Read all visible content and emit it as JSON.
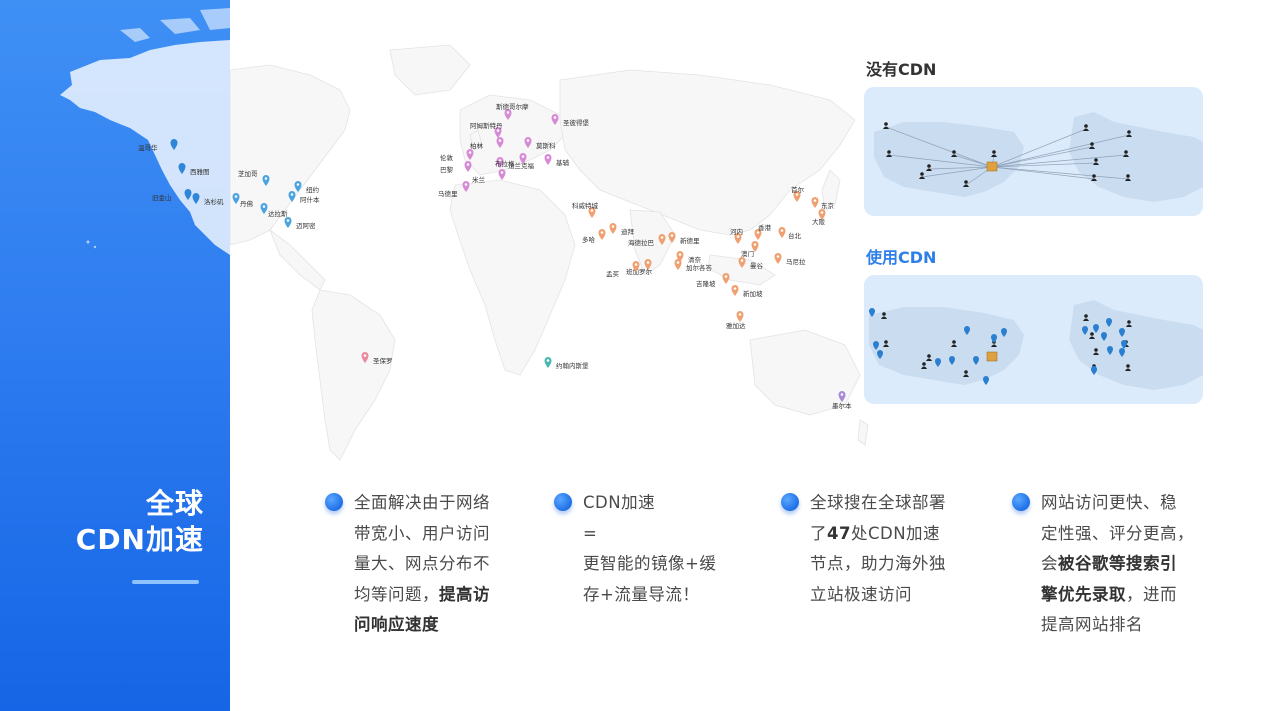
{
  "side": {
    "title_line1": "全球",
    "title_line2": "CDN加速"
  },
  "map": {
    "cities": [
      {
        "label": "温哥华",
        "color": "#4aa3e0"
      },
      {
        "label": "西雅图",
        "color": "#4aa3e0"
      },
      {
        "label": "旧金山",
        "color": "#4aa3e0"
      },
      {
        "label": "洛杉矶",
        "color": "#4aa3e0"
      },
      {
        "label": "丹佛",
        "color": "#4aa3e0"
      },
      {
        "label": "达拉斯",
        "color": "#4aa3e0"
      },
      {
        "label": "芝加哥",
        "color": "#4aa3e0"
      },
      {
        "label": "纽约",
        "color": "#4aa3e0"
      },
      {
        "label": "阿什本",
        "color": "#4aa3e0"
      },
      {
        "label": "迈阿密",
        "color": "#4aa3e0"
      },
      {
        "label": "圣保罗",
        "color": "#e88a9a"
      },
      {
        "label": "约翰内斯堡",
        "color": "#4ab8b0"
      },
      {
        "label": "斯德哥尔摩",
        "color": "#d68ad6"
      },
      {
        "label": "圣彼得堡",
        "color": "#d68ad6"
      },
      {
        "label": "阿姆斯特丹",
        "color": "#d68ad6"
      },
      {
        "label": "柏林",
        "color": "#d68ad6"
      },
      {
        "label": "莫斯科",
        "color": "#d68ad6"
      },
      {
        "label": "伦敦",
        "color": "#d68ad6"
      },
      {
        "label": "法兰克福",
        "color": "#d68ad6"
      },
      {
        "label": "布拉格",
        "color": "#d68ad6"
      },
      {
        "label": "巴黎",
        "color": "#d68ad6"
      },
      {
        "label": "米兰",
        "color": "#d68ad6"
      },
      {
        "label": "基辅",
        "color": "#d68ad6"
      },
      {
        "label": "马德里",
        "color": "#d68ad6"
      },
      {
        "label": "科威特城",
        "color": "#f0a070"
      },
      {
        "label": "迪拜",
        "color": "#f0a070"
      },
      {
        "label": "多哈",
        "color": "#f0a070"
      },
      {
        "label": "新德里",
        "color": "#f0a070"
      },
      {
        "label": "海德拉巴",
        "color": "#f0a070"
      },
      {
        "label": "班加罗尔",
        "color": "#f0a070"
      },
      {
        "label": "孟买",
        "color": "#f0a070"
      },
      {
        "label": "清奈",
        "color": "#f0a070"
      },
      {
        "label": "加尔各答",
        "color": "#f0a070"
      },
      {
        "label": "河内",
        "color": "#f0a070"
      },
      {
        "label": "香港",
        "color": "#f0a070"
      },
      {
        "label": "台北",
        "color": "#f0a070"
      },
      {
        "label": "澳门",
        "color": "#f0a070"
      },
      {
        "label": "曼谷",
        "color": "#f0a070"
      },
      {
        "label": "马尼拉",
        "color": "#f0a070"
      },
      {
        "label": "吉隆坡",
        "color": "#f0a070"
      },
      {
        "label": "新加坡",
        "color": "#f0a070"
      },
      {
        "label": "雅加达",
        "color": "#f0a070"
      },
      {
        "label": "首尔",
        "color": "#f0a070"
      },
      {
        "label": "东京",
        "color": "#f0a070"
      },
      {
        "label": "大阪",
        "color": "#f0a070"
      },
      {
        "label": "墨尔本",
        "color": "#a78ad8"
      }
    ]
  },
  "compare": {
    "without_label": "没有CDN",
    "with_label": "使用CDN"
  },
  "columns": [
    {
      "lines": [
        "全面解决由于网络",
        "带宽小、用户访问",
        "量大、网点分布不",
        "均等问题，",
        "问响应速度"
      ],
      "bold": "提高访"
    },
    {
      "lines": [
        "CDN加速",
        "=",
        "更智能的镜像+缓",
        "存+流量导流！"
      ]
    },
    {
      "pre": "全球搜在全球部署",
      "l2a": "了",
      "l2b": "47",
      "l2c": "处CDN加速",
      "l3": "节点，助力海外独",
      "l4": "立站极速访问"
    },
    {
      "l1": "网站访问更快、稳",
      "l2": "定性强、评分更高，",
      "l3a": "会",
      "l3b": "被谷歌等搜索引",
      "l4b": "擎优先录取",
      "l4c": "，进而",
      "l5": "提高网站排名"
    }
  ],
  "colors": {
    "side_blue_top": "#3f90f5",
    "side_blue_bottom": "#1565e6",
    "accent_blue": "#2f7fe8",
    "panel_bg": "#dcebfb"
  }
}
